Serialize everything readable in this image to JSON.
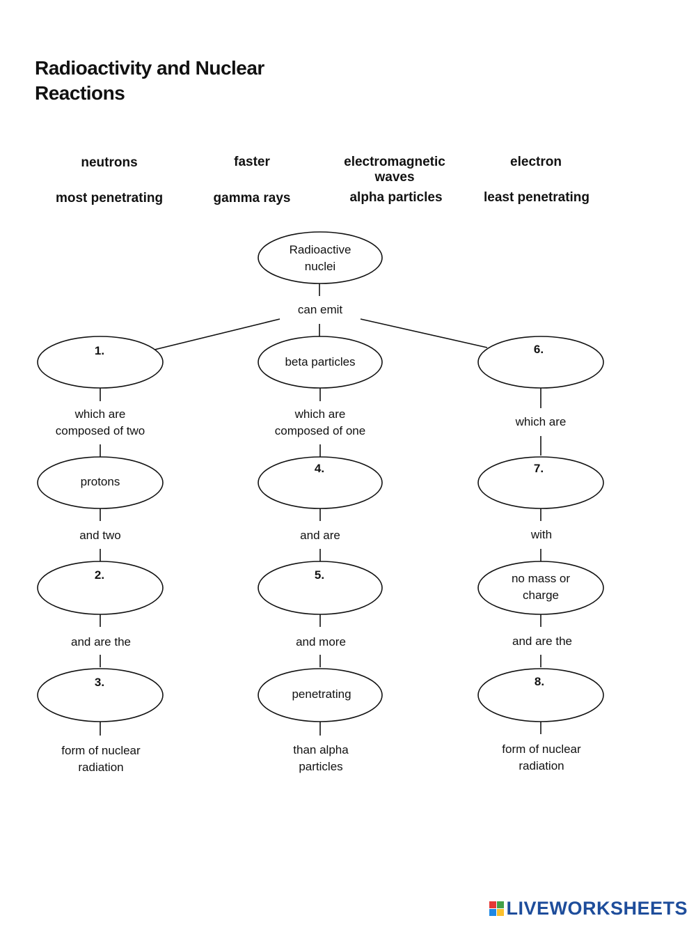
{
  "title": "Radioactivity and Nuclear Reactions",
  "word_bank": [
    "neutrons",
    "faster",
    "electromagnetic waves",
    "electron",
    "most penetrating",
    "gamma rays",
    "alpha particles",
    "least penetrating"
  ],
  "nodes": {
    "root": "Radioactive nuclei",
    "left_top": "1.",
    "left_2": "protons",
    "left_3": "2.",
    "left_4": "3.",
    "mid_top": "beta particles",
    "mid_2": "4.",
    "mid_3": "5.",
    "mid_4": "penetrating",
    "right_top": "6.",
    "right_2": "7.",
    "right_3": "no mass or charge",
    "right_4": "8."
  },
  "links": {
    "root_emit": "can emit",
    "left_1": "which are composed of two",
    "left_2": "and two",
    "left_3": "and are the",
    "left_4": "form of nuclear radiation",
    "mid_1": "which are composed of one",
    "mid_2": "and are",
    "mid_3": "and more",
    "mid_4": "than alpha particles",
    "right_1": "which are",
    "right_2": "with",
    "right_3": "and are the",
    "right_4": "form of nuclear radiation"
  },
  "footer": {
    "logo_text": "LIVEWORKSHEETS",
    "colors": {
      "text": "#1e4d9b",
      "square_1": "#e53935",
      "square_2": "#43a047",
      "square_3": "#1e88e5",
      "square_4": "#fbc02d"
    }
  }
}
